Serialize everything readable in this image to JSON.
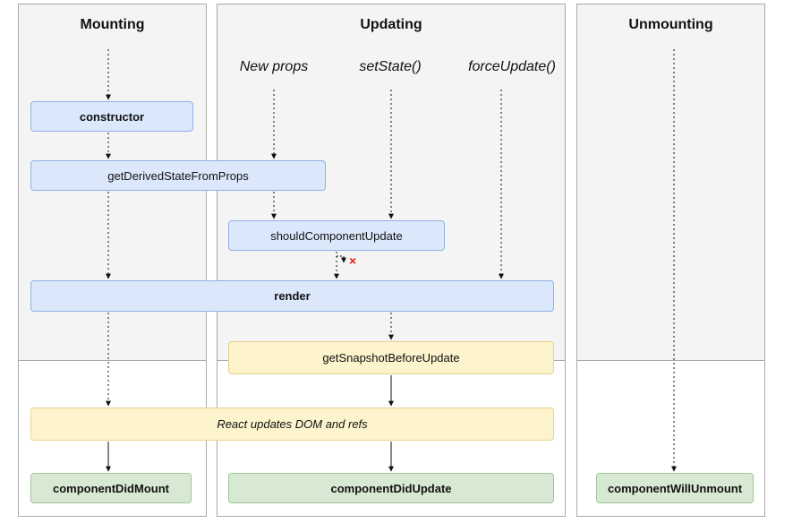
{
  "columns": {
    "mounting": {
      "title": "Mounting"
    },
    "updating": {
      "title": "Updating"
    },
    "unmounting": {
      "title": "Unmounting"
    }
  },
  "triggers": {
    "new_props": "New props",
    "set_state": "setState()",
    "force_update": "forceUpdate()"
  },
  "methods": {
    "constructor": "constructor",
    "get_derived_state": "getDerivedStateFromProps",
    "should_update": "shouldComponentUpdate",
    "render": "render",
    "get_snapshot": "getSnapshotBeforeUpdate",
    "dom_update": "React updates DOM and refs",
    "did_mount": "componentDidMount",
    "did_update": "componentDidUpdate",
    "will_unmount": "componentWillUnmount"
  },
  "colors": {
    "render_phase_blue": "#dbe8fb",
    "pre_commit_yellow": "#fdf3cd",
    "commit_green": "#d8e9d3",
    "cancel_red": "#e02020"
  },
  "icons": {
    "cancel": "×"
  }
}
